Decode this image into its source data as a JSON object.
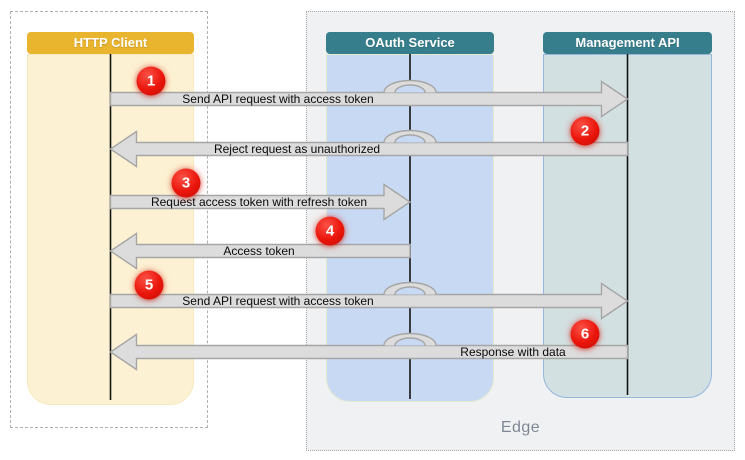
{
  "regions": {
    "edge_label": "Edge"
  },
  "lanes": [
    {
      "id": "http-client",
      "label": "HTTP Client"
    },
    {
      "id": "oauth-service",
      "label": "OAuth Service"
    },
    {
      "id": "management-api",
      "label": "Management API"
    }
  ],
  "steps": [
    {
      "num": "1",
      "label": "Send API request with access token",
      "from": "HTTP Client",
      "to": "Management API",
      "direction": "right"
    },
    {
      "num": "2",
      "label": "Reject request as unauthorized",
      "from": "Management API",
      "to": "HTTP Client",
      "direction": "left"
    },
    {
      "num": "3",
      "label": "Request access token with refresh token",
      "from": "HTTP Client",
      "to": "OAuth Service",
      "direction": "right"
    },
    {
      "num": "4",
      "label": "Access token",
      "from": "OAuth Service",
      "to": "HTTP Client",
      "direction": "left"
    },
    {
      "num": "5",
      "label": "Send API request with access token",
      "from": "HTTP Client",
      "to": "Management API",
      "direction": "right"
    },
    {
      "num": "6",
      "label": "Response with data",
      "from": "Management API",
      "to": "HTTP Client",
      "direction": "left"
    }
  ],
  "colors": {
    "client_header": "#e9b42e",
    "client_body": "#fcf2d3",
    "service_header": "#377e8c",
    "oauth_body": "#c8d9f3",
    "management_body": "#d3e0e2",
    "edge_background": "#f0f1f2",
    "arrow_fill": "#dcdcdc",
    "arrow_border": "#a6a6a6",
    "step_badge": "#ea150b"
  }
}
